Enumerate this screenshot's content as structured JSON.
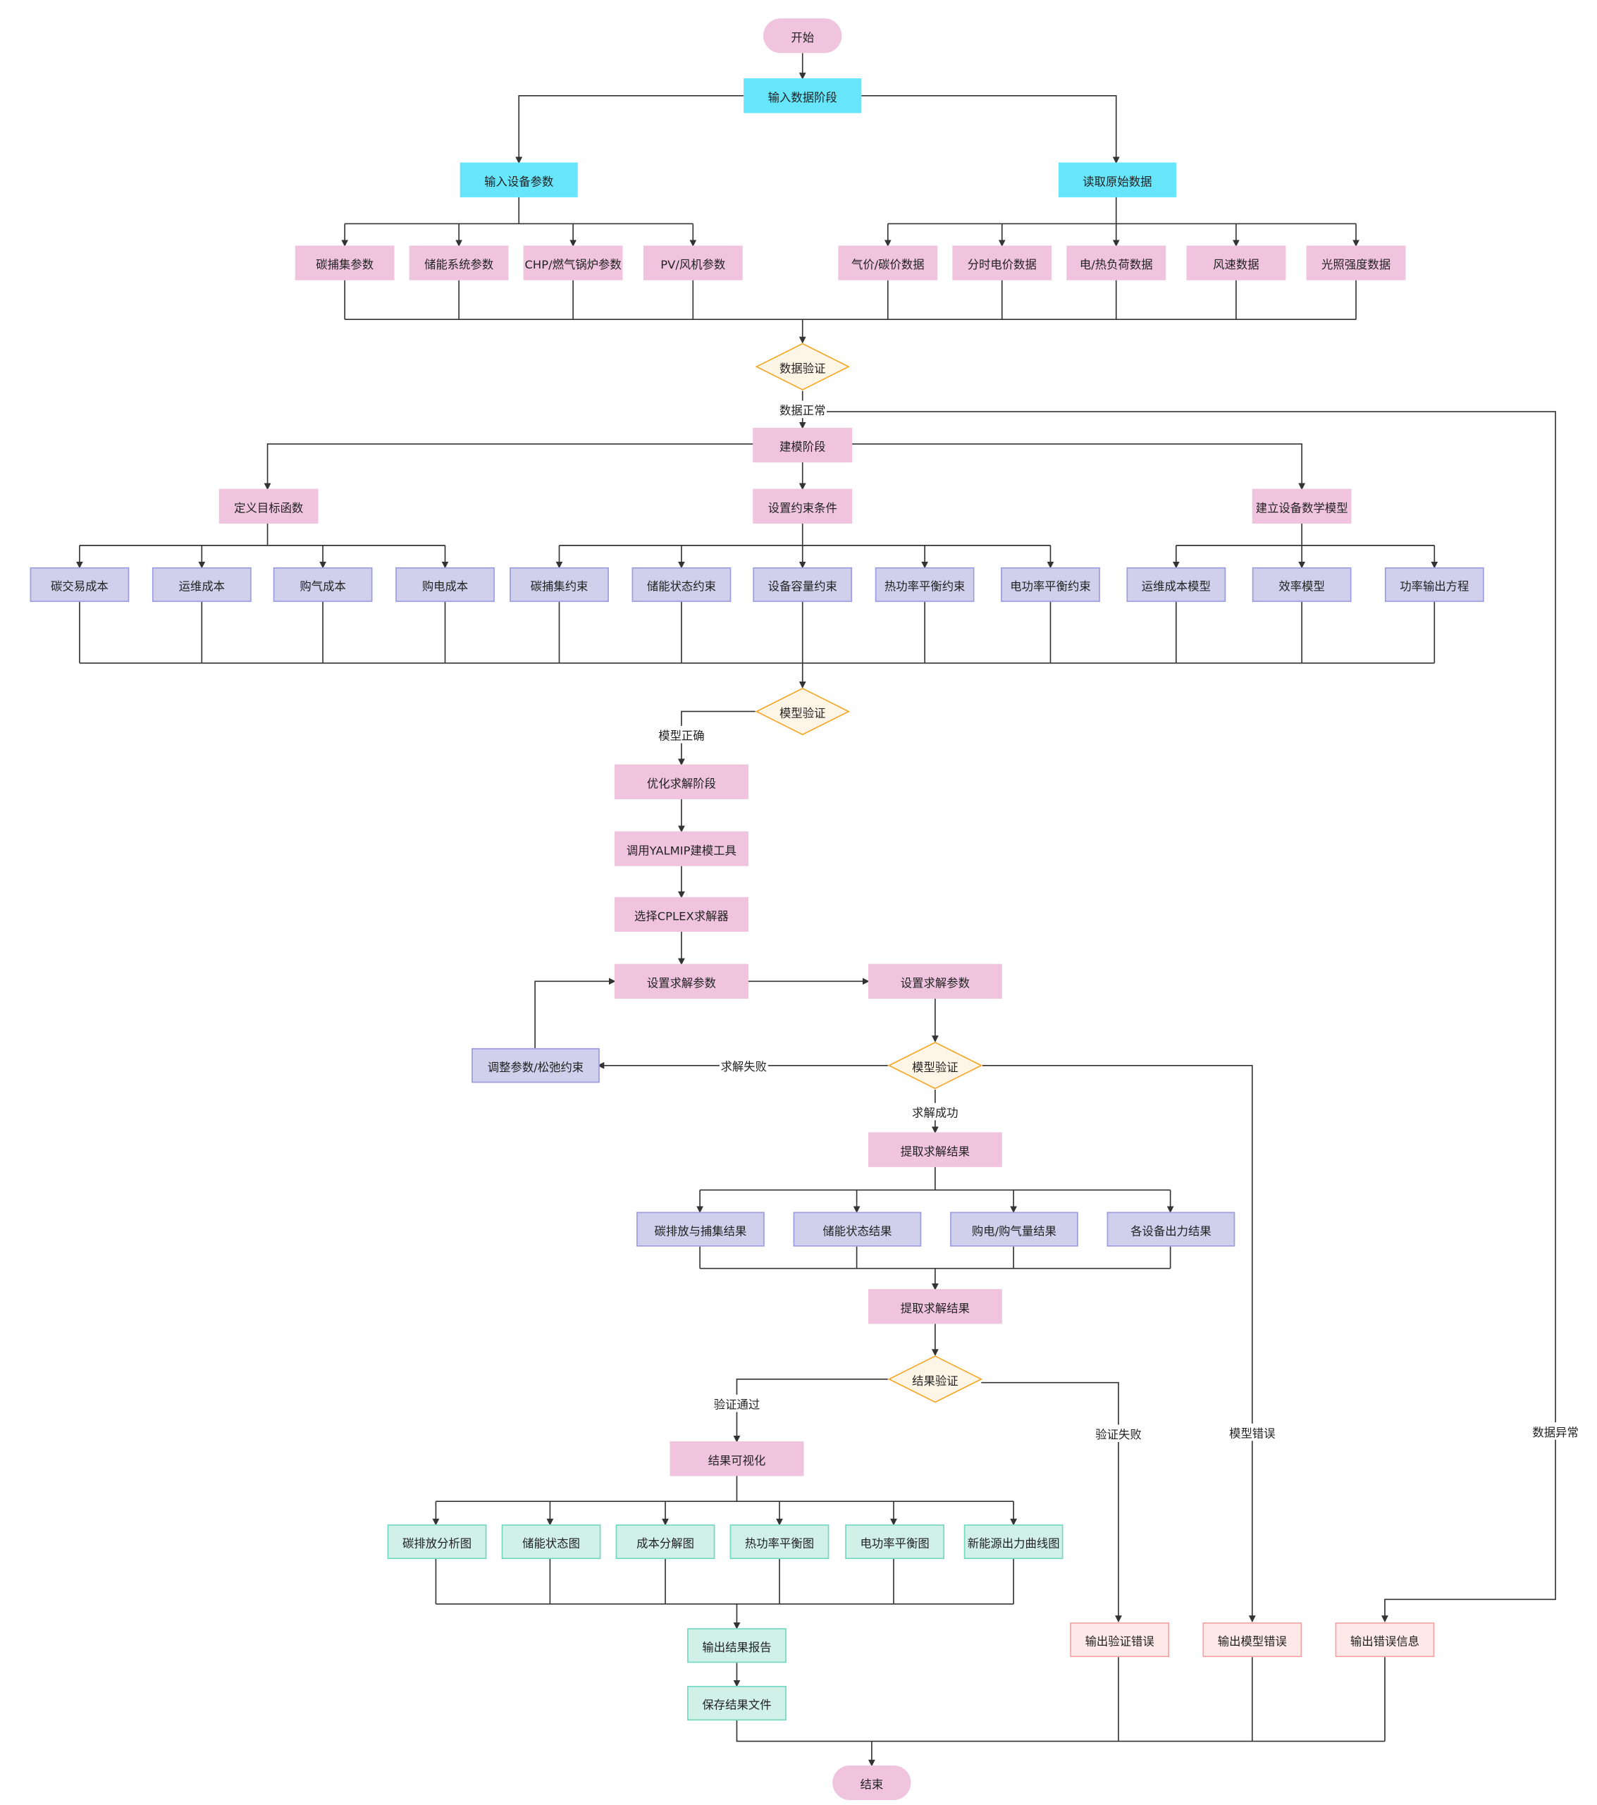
{
  "colors": {
    "pink": "#f0c4de",
    "cyan": "#66e5fb",
    "lavender": "#d0d0ec",
    "mint": "#d0f0e8",
    "error": "#fee8e8",
    "decision": "#fff5e6",
    "decision_border": "#f5a623"
  },
  "start": "开始",
  "end": "结束",
  "input_stage": "输入数据阶段",
  "input_device": "输入设备参数",
  "read_raw": "读取原始数据",
  "device_params": [
    "碳捕集参数",
    "储能系统参数",
    "CHP/燃气锅炉参数",
    "PV/风机参数"
  ],
  "raw_data": [
    "气价/碳价数据",
    "分时电价数据",
    "电/热负荷数据",
    "风速数据",
    "光照强度数据"
  ],
  "data_check": "数据验证",
  "data_ok": "数据正常",
  "data_err": "数据异常",
  "modeling_stage": "建模阶段",
  "define_obj": "定义目标函数",
  "set_constraints": "设置约束条件",
  "build_models": "建立设备数学模型",
  "obj_items": [
    "碳交易成本",
    "运维成本",
    "购气成本",
    "购电成本"
  ],
  "constraint_items": [
    "碳捕集约束",
    "储能状态约束",
    "设备容量约束",
    "热功率平衡约束",
    "电功率平衡约束"
  ],
  "model_items": [
    "运维成本模型",
    "效率模型",
    "功率输出方程"
  ],
  "model_check": "模型验证",
  "model_ok": "模型正确",
  "opt_stage": "优化求解阶段",
  "yalmip": "调用YALMIP建模工具",
  "cplex": "选择CPLEX求解器",
  "solve_params": "设置求解参数",
  "solve_params2": "设置求解参数",
  "solve_check": "模型验证",
  "solve_fail": "求解失败",
  "adjust": "调整参数/松弛约束",
  "solve_ok": "求解成功",
  "model_err": "模型错误",
  "extract": "提取求解结果",
  "result_items": [
    "碳排放与捕集结果",
    "储能状态结果",
    "购电/购气量结果",
    "各设备出力结果"
  ],
  "extract2": "提取求解结果",
  "result_check": "结果验证",
  "check_pass": "验证通过",
  "check_fail": "验证失败",
  "visualize": "结果可视化",
  "charts": [
    "碳排放分析图",
    "储能状态图",
    "成本分解图",
    "热功率平衡图",
    "电功率平衡图",
    "新能源出力曲线图"
  ],
  "report": "输出结果报告",
  "save": "保存结果文件",
  "out_check_err": "输出验证错误",
  "out_model_err": "输出模型错误",
  "out_err_info": "输出错误信息"
}
